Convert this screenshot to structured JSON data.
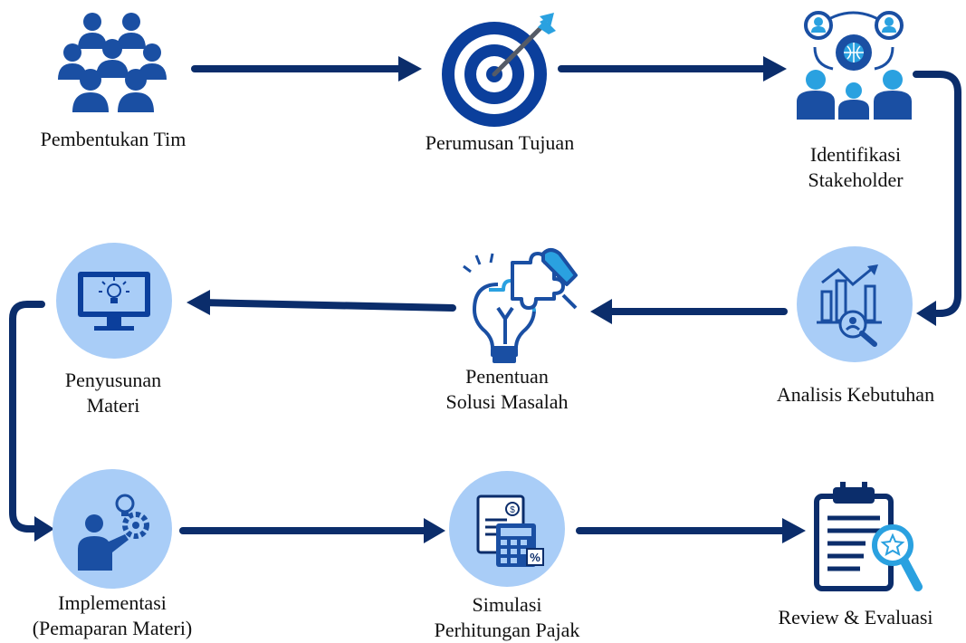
{
  "colors": {
    "navy": "#0b2d6b",
    "blue": "#1a4fa3",
    "light_circle": "#a9cdf7",
    "accent": "#2aa1e0",
    "text": "#111111"
  },
  "steps": [
    {
      "id": "pembentukan-tim",
      "icon": "team-group-icon",
      "lines": [
        "Pembentukan Tim"
      ]
    },
    {
      "id": "perumusan-tujuan",
      "icon": "target-arrow-icon",
      "lines": [
        "Perumusan Tujuan"
      ]
    },
    {
      "id": "identifikasi-stakeholder",
      "icon": "stakeholder-network-icon",
      "lines": [
        "Identifikasi",
        "Stakeholder"
      ]
    },
    {
      "id": "analisis-kebutuhan",
      "icon": "analytics-chart-icon",
      "lines": [
        "Analisis Kebutuhan"
      ]
    },
    {
      "id": "penentuan-solusi",
      "icon": "puzzle-bulb-icon",
      "lines": [
        "Penentuan",
        "Solusi Masalah"
      ]
    },
    {
      "id": "penyusunan-materi",
      "icon": "monitor-bulb-icon",
      "lines": [
        "Penyusunan",
        "Materi"
      ]
    },
    {
      "id": "implementasi",
      "icon": "presenter-idea-icon",
      "lines": [
        "Implementasi",
        "(Pemaparan Materi)"
      ]
    },
    {
      "id": "simulasi-pajak",
      "icon": "tax-calculator-icon",
      "lines": [
        "Simulasi",
        "Perhitungan Pajak"
      ]
    },
    {
      "id": "review-evaluasi",
      "icon": "clipboard-search-icon",
      "lines": [
        "Review & Evaluasi"
      ]
    }
  ]
}
